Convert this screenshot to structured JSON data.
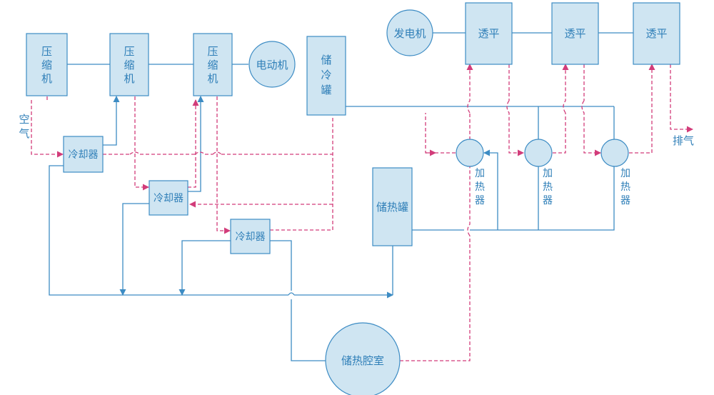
{
  "labels": {
    "compressor": [
      "压",
      "缩",
      "机"
    ],
    "motor": "电动机",
    "cold_tank": [
      "储",
      "冷",
      "罐"
    ],
    "generator": "发电机",
    "turbine": "透平",
    "cooler": "冷却器",
    "heater": [
      "加",
      "热",
      "器"
    ],
    "hot_tank": "储热罐",
    "heat_cavity": "储热腔室",
    "air_in": [
      "空",
      "气"
    ],
    "exhaust": "排气"
  },
  "colors": {
    "box_fill": "#cfe5f2",
    "line": "#3d8cc4",
    "dashed_flow": "#d23c7a"
  }
}
